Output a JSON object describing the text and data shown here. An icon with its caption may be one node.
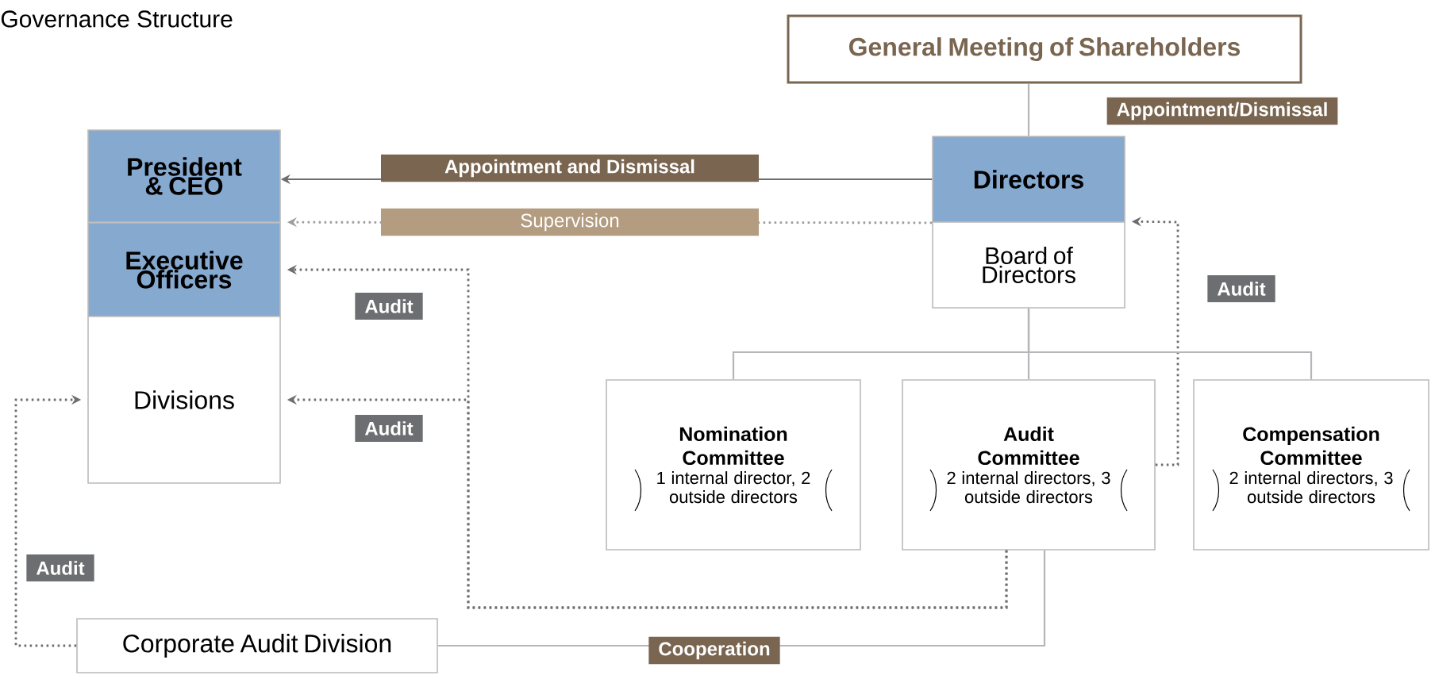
{
  "diagram": {
    "title": "Governance Structure",
    "nodes": [
      {
        "text": [
          "General Meeting of Shareholders"
        ]
      },
      {
        "text": [
          "President & CEO"
        ]
      },
      {
        "text": [
          "Executive Officers"
        ]
      },
      {
        "text": [
          "Divisions"
        ]
      },
      {
        "text": [
          "Directors"
        ]
      },
      {
        "text": [
          "Board of Directors"
        ]
      },
      {
        "text": [
          "Nomination Committee",
          "1 internal director, 2 outside directors"
        ]
      },
      {
        "text": [
          "Audit Committee",
          "2 internal directors, 3 outside directors"
        ]
      },
      {
        "text": [
          "Compensation Committee",
          "2 internal directors, 3 outside directors"
        ]
      },
      {
        "text": [
          "Corporate Audit Division"
        ]
      }
    ],
    "edges": [
      {
        "from": 0,
        "to": 4,
        "arrow": "none",
        "label": "Appointment/Dismissal",
        "color": "#b5b5ba"
      },
      {
        "from": 4,
        "to": 1,
        "arrow": "to",
        "label": "Appointment and Dismissal"
      },
      {
        "from": 4,
        "to": 2,
        "arrow": "to",
        "label": "Supervision",
        "style": "dashed",
        "color": "#9d9d9d"
      },
      {
        "from": 7,
        "to": 2,
        "arrow": "to",
        "label": "Audit",
        "style": "dashed"
      },
      {
        "from": 7,
        "to": 3,
        "arrow": "to",
        "label": "Audit",
        "style": "dashed"
      },
      {
        "from": 7,
        "to": 5,
        "arrow": "to",
        "label": "Audit",
        "style": "dashed"
      },
      {
        "from": 5,
        "to": 6,
        "arrow": "none",
        "color": "#b5b5ba"
      },
      {
        "from": 5,
        "to": 7,
        "arrow": "none",
        "color": "#b5b5ba"
      },
      {
        "from": 5,
        "to": 8,
        "arrow": "none",
        "color": "#b5b5ba"
      },
      {
        "from": 9,
        "to": 3,
        "arrow": "to",
        "label": "Audit",
        "style": "dashed"
      },
      {
        "from": 9,
        "to": 7,
        "arrow": "none",
        "label": "Cooperation",
        "color": "#b5b5ba"
      }
    ]
  }
}
